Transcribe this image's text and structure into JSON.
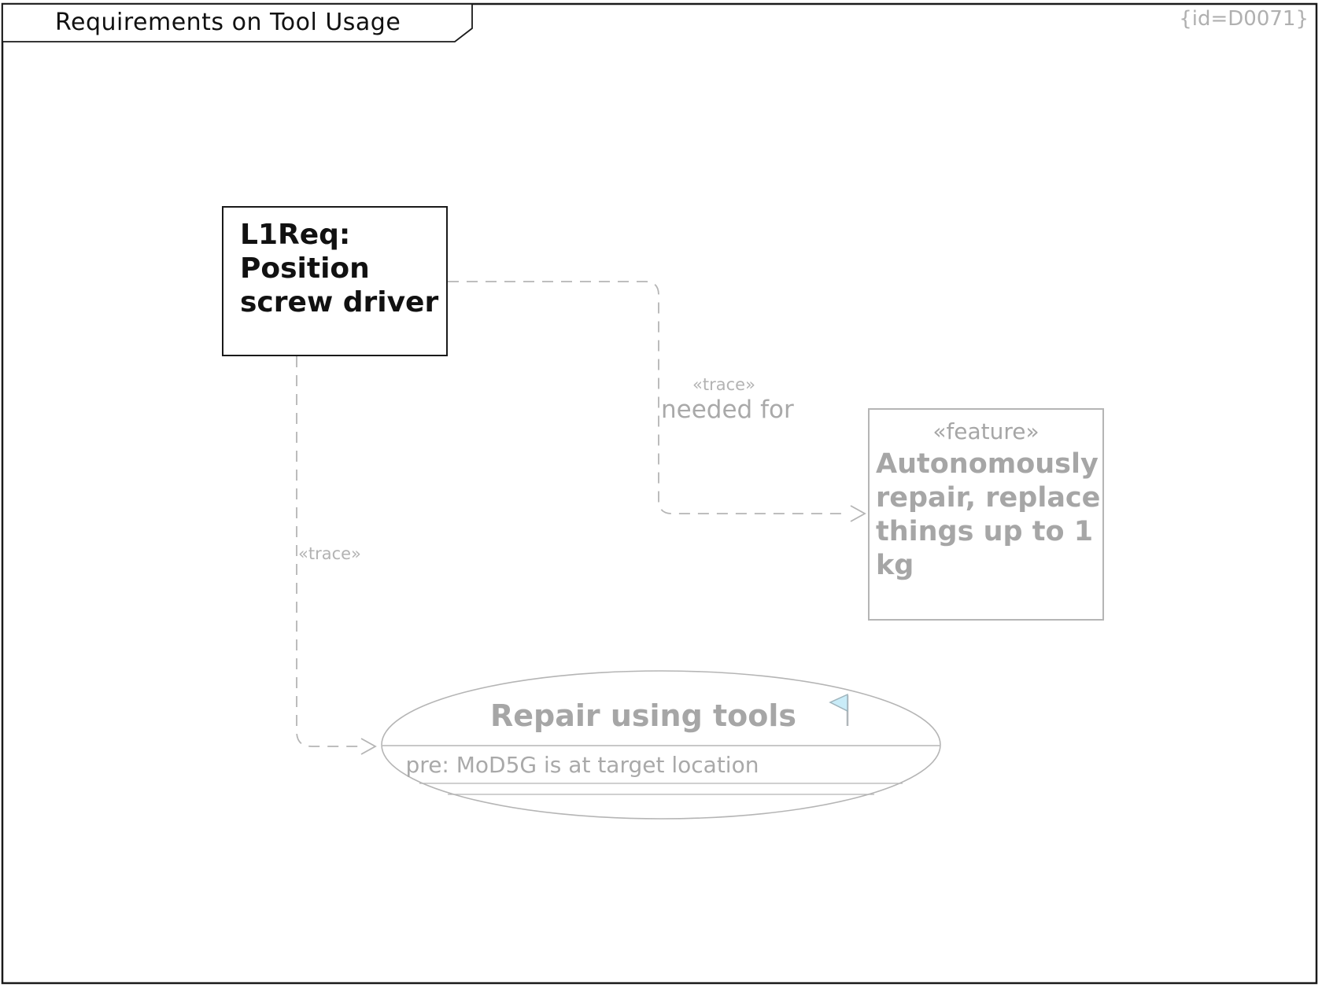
{
  "frame": {
    "title": "Requirements on Tool Usage",
    "id_label": "{id=D0071}"
  },
  "requirement_box": {
    "name": "L1Req:\nPosition\nscrew driver"
  },
  "feature_box": {
    "stereotype": "«feature»",
    "name": "Autonomously\nrepair, replace\nthings up to 1\nkg"
  },
  "usecase": {
    "name": "Repair using tools",
    "precondition": "pre: MoD5G is at target location"
  },
  "connector_to_feature": {
    "stereotype": "«trace»",
    "label": "needed for"
  },
  "connector_to_usecase": {
    "stereotype": "«trace»"
  },
  "colors": {
    "primary_ink": "#1a1a1a",
    "muted_text": "#a6a6a6",
    "muted_line": "#b5b5b5",
    "flag_fill": "#c9ecf8",
    "flag_stroke": "#9fb4bc"
  }
}
